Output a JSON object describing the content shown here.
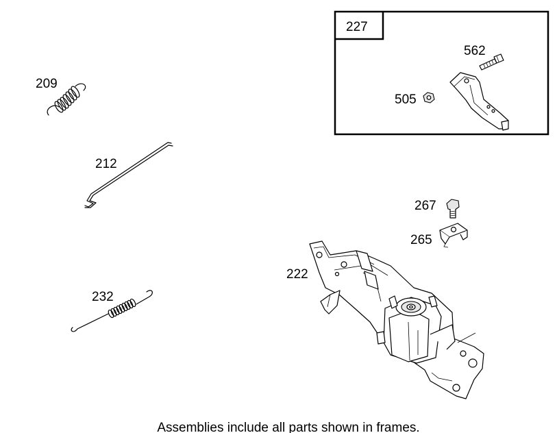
{
  "parts": {
    "p209": "209",
    "p212": "212",
    "p232": "232",
    "p222": "222",
    "p227": "227",
    "p562": "562",
    "p505": "505",
    "p267": "267",
    "p265": "265"
  },
  "caption": "Assemblies include all parts shown in frames."
}
